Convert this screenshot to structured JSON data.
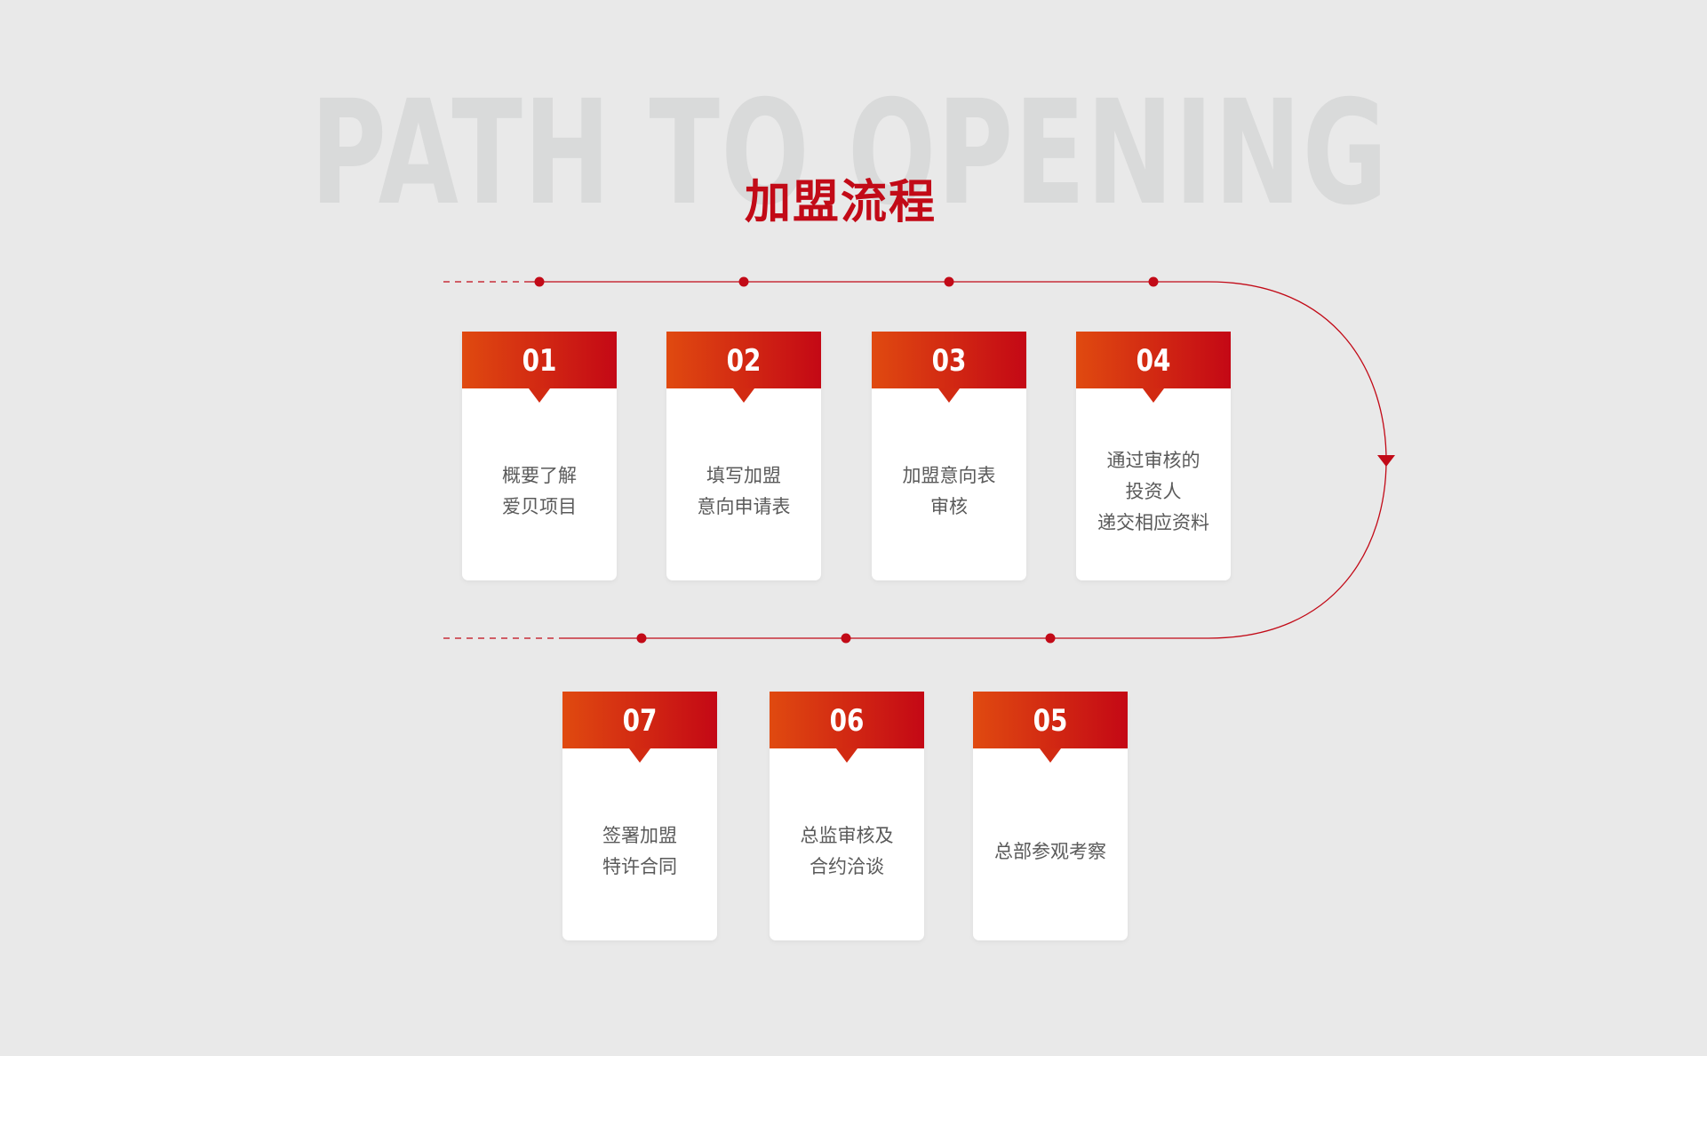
{
  "header": {
    "bg_text": "PATH TO OPENING",
    "title": "加盟流程"
  },
  "colors": {
    "accent": "#c20a17",
    "gradient_start": "#e04a10",
    "gradient_end": "#c40815",
    "background": "#e9e9e9"
  },
  "steps": [
    {
      "num": "01",
      "text": "概要了解\n爱贝项目"
    },
    {
      "num": "02",
      "text": "填写加盟\n意向申请表"
    },
    {
      "num": "03",
      "text": "加盟意向表\n审核"
    },
    {
      "num": "04",
      "text": "通过审核的\n投资人\n递交相应资料"
    },
    {
      "num": "05",
      "text": "总部参观考察"
    },
    {
      "num": "06",
      "text": "总监审核及\n合约洽谈"
    },
    {
      "num": "07",
      "text": "签署加盟\n特许合同"
    }
  ]
}
